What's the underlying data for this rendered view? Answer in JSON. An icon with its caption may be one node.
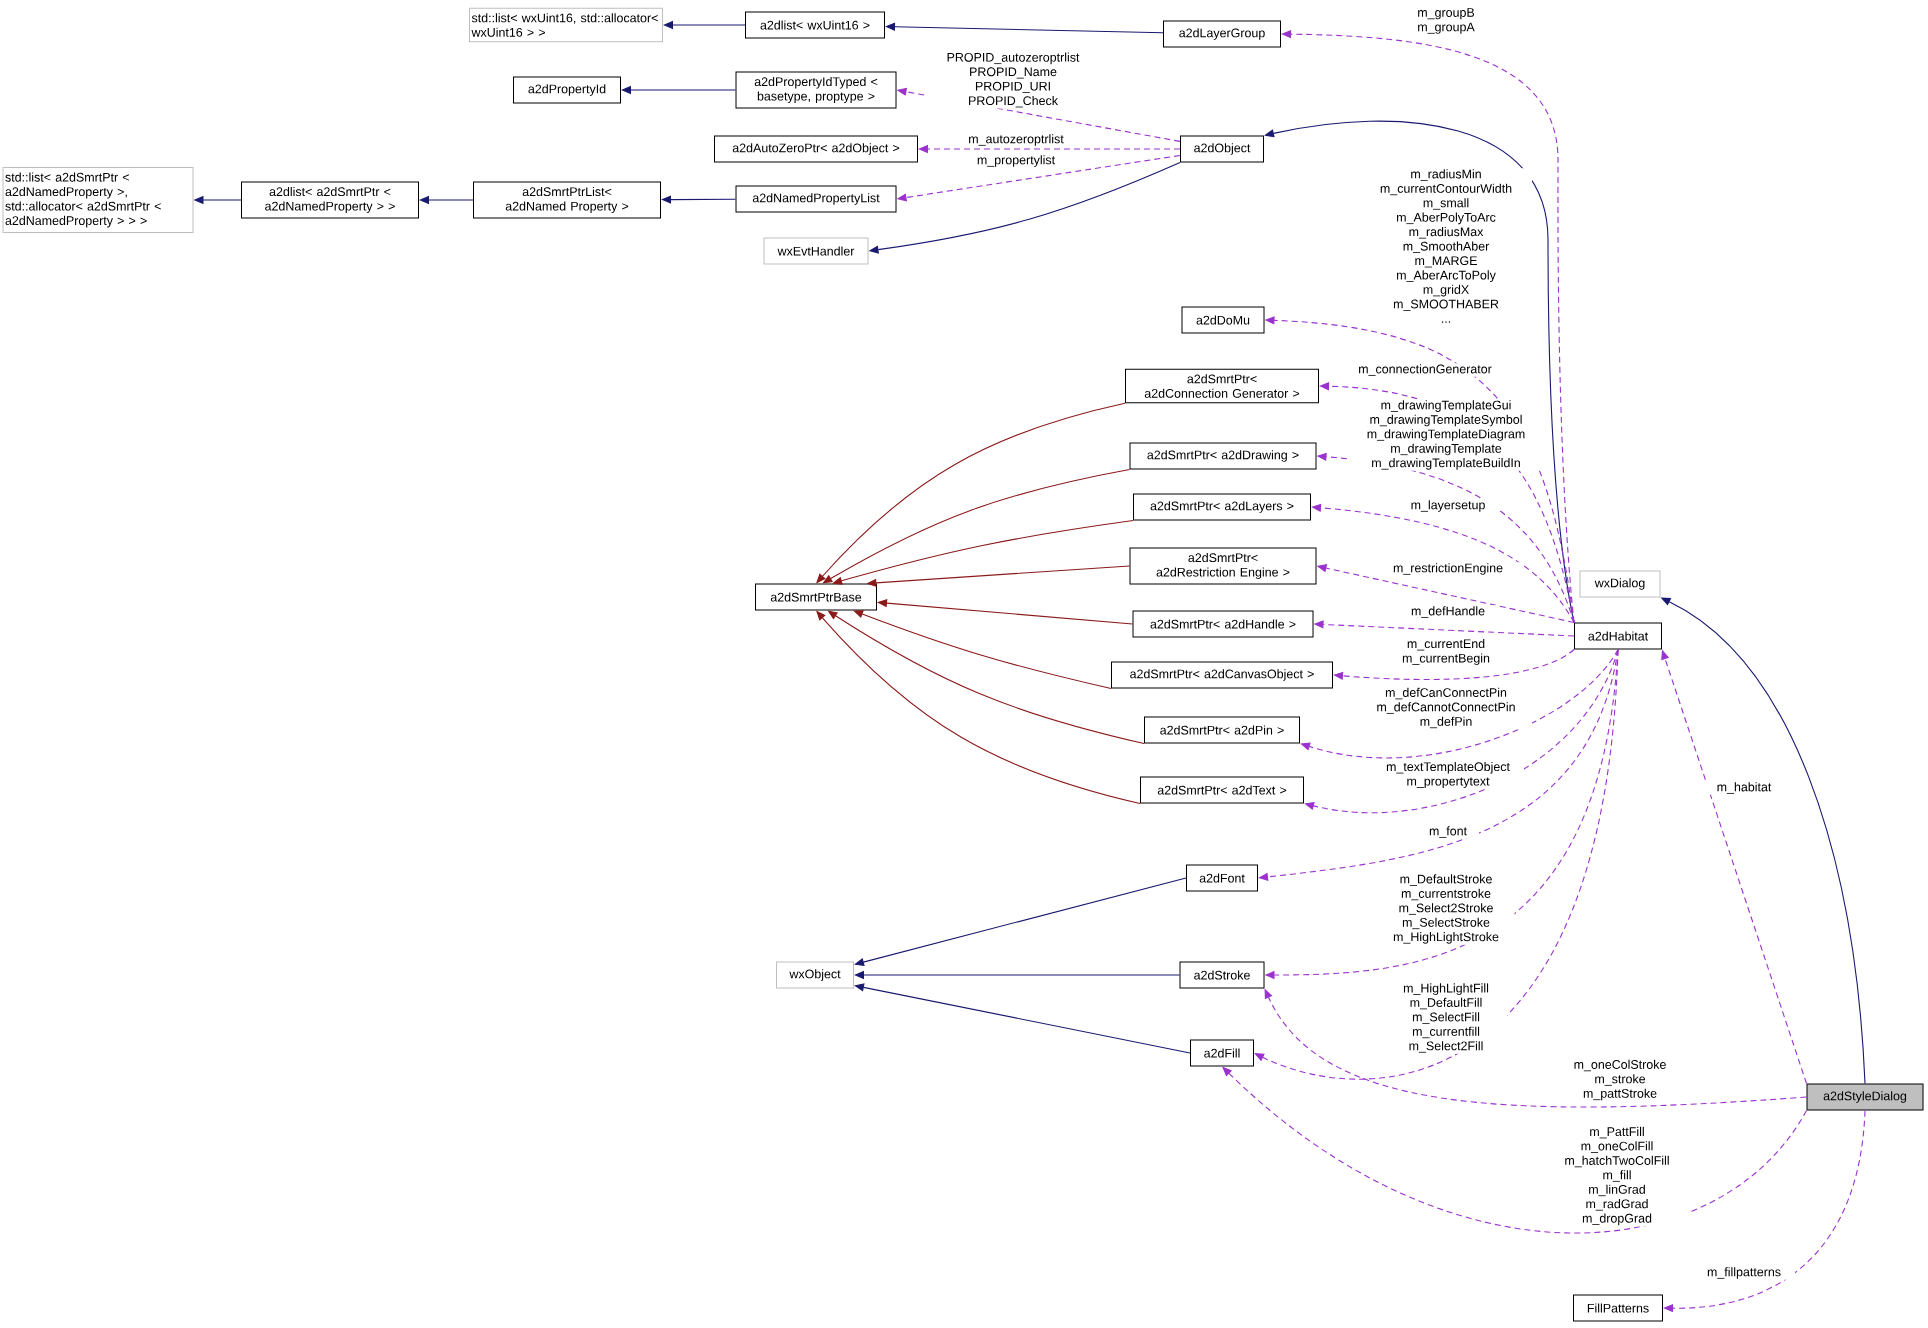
{
  "diagram": {
    "nodes": [
      {
        "text": [
          "std::list< wxUint16, std::allocator< wxUint16 > >"
        ]
      },
      {
        "text": [
          "a2dlist< wxUint16 >"
        ]
      },
      {
        "text": [
          "a2dLayerGroup"
        ]
      },
      {
        "text": [
          "a2dPropertyId"
        ]
      },
      {
        "text": [
          "a2dPropertyIdTyped < basetype, proptype >"
        ]
      },
      {
        "text": [
          "a2dAutoZeroPtr< a2dObject >"
        ]
      },
      {
        "text": [
          "a2dObject"
        ]
      },
      {
        "text": [
          "std::list< a2dSmrtPtr < a2dNamedProperty >, std::allocator< a2dSmrtPtr < a2dNamedProperty > > >"
        ]
      },
      {
        "text": [
          "a2dlist< a2dSmrtPtr < a2dNamedProperty > >"
        ]
      },
      {
        "text": [
          "a2dSmrtPtrList< a2dNamed Property >"
        ]
      },
      {
        "text": [
          "a2dNamedPropertyList"
        ]
      },
      {
        "text": [
          "wxEvtHandler"
        ]
      },
      {
        "text": [
          "a2dDoMu"
        ]
      },
      {
        "text": [
          "a2dSmrtPtr< a2dConnection Generator >"
        ]
      },
      {
        "text": [
          "a2dSmrtPtr< a2dDrawing >"
        ]
      },
      {
        "text": [
          "a2dSmrtPtr< a2dLayers >"
        ]
      },
      {
        "text": [
          "a2dSmrtPtr< a2dRestriction Engine >"
        ]
      },
      {
        "text": [
          "a2dSmrtPtr< a2dHandle >"
        ]
      },
      {
        "text": [
          "a2dSmrtPtr< a2dCanvasObject >"
        ]
      },
      {
        "text": [
          "a2dSmrtPtr< a2dPin >"
        ]
      },
      {
        "text": [
          "a2dSmrtPtr< a2dText >"
        ]
      },
      {
        "text": [
          "a2dSmrtPtrBase"
        ]
      },
      {
        "text": [
          "a2dFont"
        ]
      },
      {
        "text": [
          "wxObject"
        ]
      },
      {
        "text": [
          "a2dStroke"
        ]
      },
      {
        "text": [
          "a2dFill"
        ]
      },
      {
        "text": [
          "wxDialog"
        ]
      },
      {
        "text": [
          "a2dHabitat"
        ]
      },
      {
        "text": [
          "a2dStyleDialog"
        ]
      },
      {
        "text": [
          "FillPatterns"
        ]
      }
    ],
    "edges": [
      {
        "from": 1,
        "to": 0,
        "arrow": "to",
        "color": "#191970"
      },
      {
        "from": 2,
        "to": 1,
        "arrow": "to",
        "color": "#191970"
      },
      {
        "from": 4,
        "to": 3,
        "arrow": "to",
        "color": "#191970"
      },
      {
        "from": 6,
        "to": 4,
        "arrow": "to",
        "style": "dashed",
        "color": "#9a32cd",
        "label": "PROPID_autozeroptrlist PROPID_Name PROPID_URI PROPID_Check"
      },
      {
        "from": 6,
        "to": 5,
        "arrow": "to",
        "style": "dashed",
        "color": "#9a32cd",
        "label": "m_autozeroptrlist"
      },
      {
        "from": 6,
        "to": 10,
        "arrow": "to",
        "style": "dashed",
        "color": "#9a32cd",
        "label": "m_propertylist"
      },
      {
        "from": 9,
        "to": 8,
        "arrow": "to",
        "color": "#191970"
      },
      {
        "from": 8,
        "to": 7,
        "arrow": "to",
        "color": "#191970"
      },
      {
        "from": 10,
        "to": 9,
        "arrow": "to",
        "color": "#191970"
      },
      {
        "from": 6,
        "to": 11,
        "arrow": "to",
        "color": "#191970"
      },
      {
        "from": 27,
        "to": 6,
        "arrow": "to",
        "color": "#191970"
      },
      {
        "from": 27,
        "to": 2,
        "arrow": "to",
        "style": "dashed",
        "label": "m_groupB m_groupA"
      },
      {
        "from": 27,
        "to": 12,
        "arrow": "to",
        "style": "dashed",
        "label": "m_radiusMin m_currentContourWidth m_small m_AberPolyToArc m_radiusMax m_SmoothAber m_MARGE m_AberArcToPoly m_gridX m_SMOOTHABER ..."
      },
      {
        "from": 27,
        "to": 13,
        "arrow": "to",
        "style": "dashed",
        "label": "m_connectionGenerator"
      },
      {
        "from": 27,
        "to": 14,
        "arrow": "to",
        "style": "dashed",
        "label": "m_drawingTemplateGui m_drawingTemplateSymbol m_drawingTemplateDiagram m_drawingTemplate m_drawingTemplateBuildIn"
      },
      {
        "from": 27,
        "to": 15,
        "arrow": "to",
        "style": "dashed",
        "label": "m_layersetup"
      },
      {
        "from": 27,
        "to": 16,
        "arrow": "to",
        "style": "dashed",
        "color": "#9a32cd",
        "label": "m_restrictionEngine"
      },
      {
        "from": 27,
        "to": 17,
        "arrow": "to",
        "style": "dashed",
        "color": "#9a32cd",
        "label": "m_defHandle"
      },
      {
        "from": 27,
        "to": 18,
        "arrow": "to",
        "style": "dashed",
        "label": "m_currentEnd m_currentBegin"
      },
      {
        "from": 27,
        "to": 19,
        "arrow": "to",
        "style": "dashed",
        "label": "m_defCanConnectPin m_defCannotConnectPin m_defPin"
      },
      {
        "from": 27,
        "to": 20,
        "arrow": "to",
        "style": "dashed",
        "label": "m_textTemplateObject m_propertytext"
      },
      {
        "from": 13,
        "to": 21,
        "arrow": "to",
        "color": "#8b1a1a"
      },
      {
        "from": 14,
        "to": 21,
        "arrow": "to",
        "color": "#8b1a1a"
      },
      {
        "from": 15,
        "to": 21,
        "arrow": "to",
        "color": "#8b1a1a"
      },
      {
        "from": 16,
        "to": 21,
        "arrow": "to",
        "color": "#8b1a1a"
      },
      {
        "from": 17,
        "to": 21,
        "arrow": "to",
        "color": "#8b1a1a"
      },
      {
        "from": 18,
        "to": 21,
        "arrow": "to",
        "color": "#8b1a1a"
      },
      {
        "from": 19,
        "to": 21,
        "arrow": "to",
        "color": "#8b1a1a"
      },
      {
        "from": 20,
        "to": 21,
        "arrow": "to",
        "color": "#8b1a1a"
      },
      {
        "from": 27,
        "to": 22,
        "arrow": "to",
        "style": "dashed",
        "label": "m_font"
      },
      {
        "from": 22,
        "to": 23,
        "arrow": "to",
        "color": "#191970"
      },
      {
        "from": 24,
        "to": 23,
        "arrow": "to",
        "color": "#191970"
      },
      {
        "from": 25,
        "to": 23,
        "arrow": "to",
        "color": "#191970"
      },
      {
        "from": 27,
        "to": 24,
        "arrow": "to",
        "style": "dashed",
        "label": "m_DefaultStroke m_currentstroke m_Select2Stroke m_SelectStroke m_HighLightStroke"
      },
      {
        "from": 27,
        "to": 25,
        "arrow": "to",
        "style": "dashed",
        "label": "m_HighLightFill m_DefaultFill m_SelectFill m_currentfill m_Select2Fill"
      },
      {
        "from": 28,
        "to": 24,
        "arrow": "to",
        "style": "dashed",
        "label": "m_oneColStroke m_stroke m_pattStroke"
      },
      {
        "from": 28,
        "to": 25,
        "arrow": "to",
        "style": "dashed",
        "label": "m_PattFill m_oneColFill m_hatchTwoColFill m_fill m_linGrad m_radGrad m_dropGrad"
      },
      {
        "from": 28,
        "to": 27,
        "arrow": "to",
        "style": "dashed",
        "color": "#9a32cd",
        "label": "m_habitat"
      },
      {
        "from": 28,
        "to": 26,
        "arrow": "to",
        "color": "#191970"
      },
      {
        "from": 28,
        "to": 29,
        "arrow": "to",
        "style": "dashed",
        "label": "m_fillpatterns"
      }
    ]
  }
}
